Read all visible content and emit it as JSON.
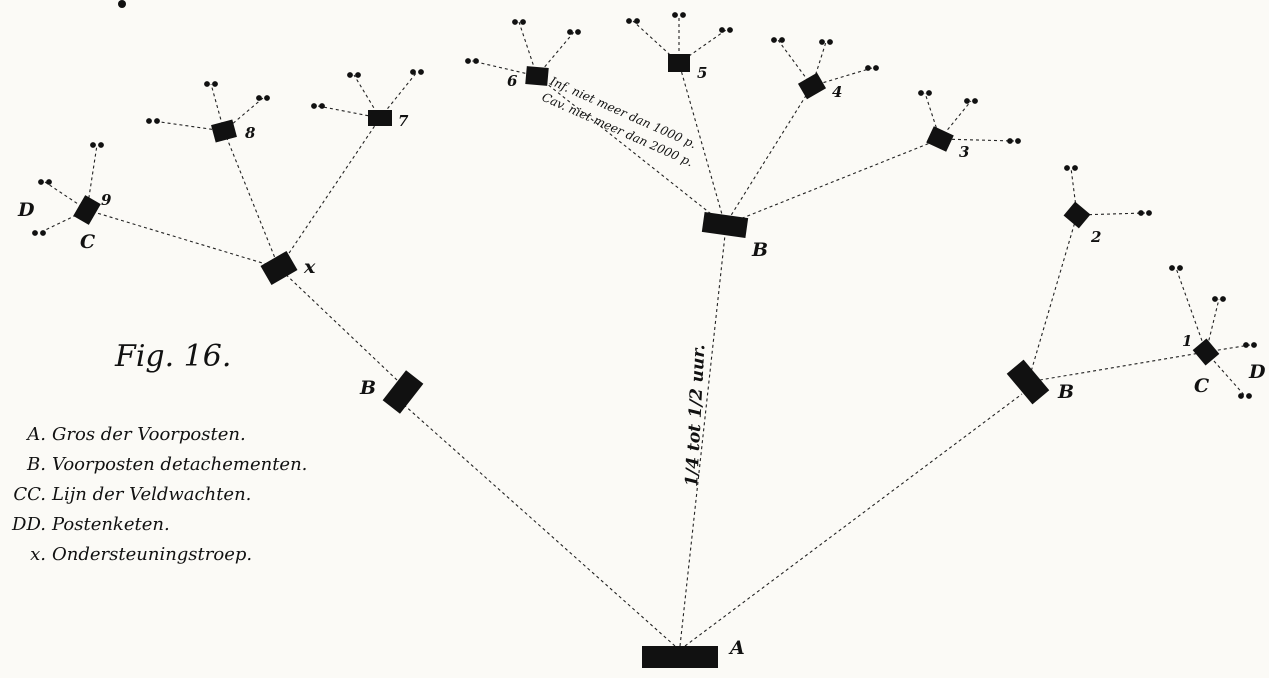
{
  "figure": {
    "title": "Fig. 16.",
    "main_label": "A",
    "detachment_label": "B",
    "support_label": "x",
    "line_label_c": "C",
    "line_label_d": "D",
    "distance_label": "1/4 tot 1/2 uur.",
    "inf_note": "Inf. niet meer dan 1000 p.",
    "cav_note": "Cav. niet meer dan 2000 p.",
    "post_numbers": [
      "1",
      "2",
      "3",
      "4",
      "5",
      "6",
      "7",
      "8",
      "9"
    ]
  },
  "legend": [
    {
      "key": "A.",
      "text": "Gros der Voorposten."
    },
    {
      "key": "B.",
      "text": "Voorposten detachementen."
    },
    {
      "key": "CC.",
      "text": "Lijn der Veldwachten."
    },
    {
      "key": "DD.",
      "text": "Postenketen."
    },
    {
      "key": "x.",
      "text": "Ondersteuningstroep."
    }
  ]
}
